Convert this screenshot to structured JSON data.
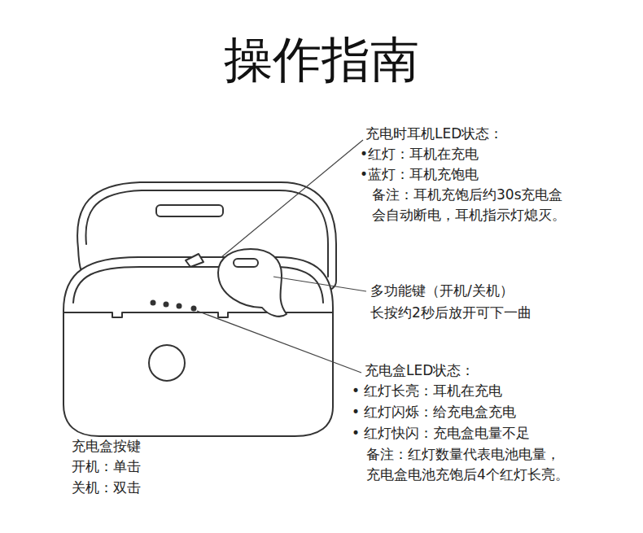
{
  "diagram": {
    "title": "操作指南",
    "labels": [
      "充电时耳机LED状态：",
      "•红灯：耳机在充电",
      "•蓝灯：耳机充饱电",
      "备注：耳机充饱后约30s充电盒 会自动断电，耳机指示灯熄灭。",
      "多功能键（开机/关机）",
      "长按约2秒后放开可下一曲",
      "充电盒LED状态：",
      "• 红灯长亮：耳机在充电",
      "• 红灯闪烁：给充电盒充电",
      "• 红灯快闪：充电盒电量不足",
      "备注：红灯数量代表电池电量， 充电盒电池充饱后4个红灯长亮。",
      "充电盒按键",
      "开机：单击",
      "关机：双击"
    ]
  }
}
